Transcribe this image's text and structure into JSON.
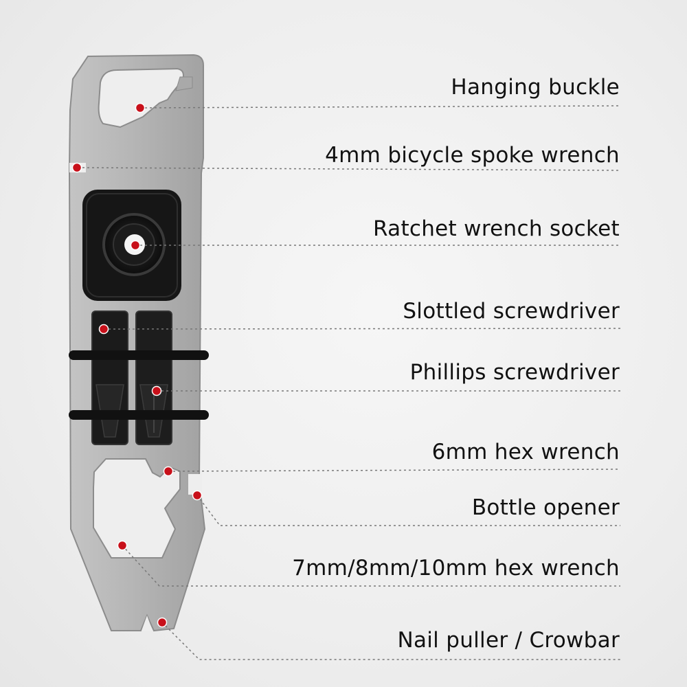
{
  "labels": {
    "hanging_buckle": "Hanging buckle",
    "spoke_wrench": "4mm bicycle spoke wrench",
    "ratchet_socket": "Ratchet wrench socket",
    "slotted_screwdriver": "Slottled screwdriver",
    "phillips_screwdriver": "Phillips screwdriver",
    "hex_wrench_6mm": "6mm hex wrench",
    "bottle_opener": "Bottle opener",
    "hex_wrench_multi": "7mm/8mm/10mm hex wrench",
    "nail_puller": "Nail puller / Crowbar"
  },
  "colors": {
    "tool_body": "#b3b3b3",
    "tool_edge": "#8c8c8c",
    "socket_black": "#161616",
    "bits_black": "#1b1b1b",
    "marker_red": "#c8101a",
    "leader_line": "#777777",
    "text": "#111111",
    "background": "#efefef"
  }
}
